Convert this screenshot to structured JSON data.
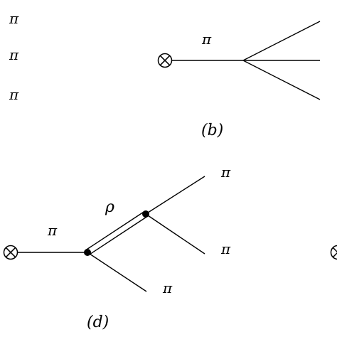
{
  "labels": {
    "top_left": [
      "π",
      "π",
      "π"
    ],
    "b": {
      "propagator": "π"
    },
    "d": {
      "propagator": "π",
      "resonance": "ρ",
      "out_upper": "π",
      "out_middle": "π",
      "out_lower": "π"
    }
  },
  "captions": {
    "b": "(b)",
    "d": "(d)"
  }
}
